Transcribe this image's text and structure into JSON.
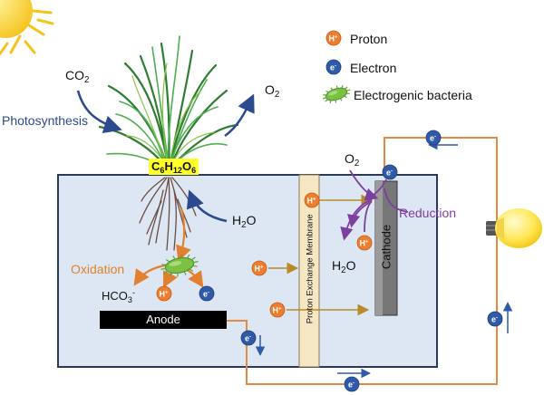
{
  "legend": {
    "proton": {
      "symbol": "H",
      "sup": "+",
      "label": "Proton"
    },
    "electron": {
      "symbol": "e",
      "sup": "-",
      "label": "Electron"
    },
    "bacteria": {
      "label": "Electrogenic bacteria"
    }
  },
  "labels": {
    "photosynthesis": "Photosynthesis",
    "co2": {
      "base": "CO",
      "sub": "2"
    },
    "o2_plant": {
      "base": "O",
      "sub": "2"
    },
    "glucose": {
      "c": "C",
      "c_n": "6",
      "h": "H",
      "h_n": "12",
      "o": "O",
      "o_n": "6"
    },
    "water_roots": {
      "h": "H",
      "h_n": "2",
      "o": "O"
    },
    "oxidation": "Oxidation",
    "bicarbonate": {
      "base": "HCO",
      "sub": "3",
      "sup": "-"
    },
    "anode": "Anode",
    "membrane": "Proton Exchange Membrane",
    "cathode": "Cathode",
    "reduction": "Reduction",
    "o2_cathode": {
      "base": "O",
      "sub": "2"
    },
    "water_cathode": {
      "h": "H",
      "h_n": "2",
      "o": "O"
    }
  },
  "particles": {
    "proton_symbol": "H",
    "proton_sup": "+",
    "electron_symbol": "e",
    "electron_sup": "-"
  },
  "colors": {
    "proton": "#ee7d2e",
    "electron": "#2f5aa8",
    "bacteria": "#7bc142",
    "reduction": "#7d3fa0",
    "oxidation": "#e2802f",
    "arrow_blue": "#2b4a8f",
    "tank_fill": "#dce7f3",
    "tank_border": "#2b3b55",
    "wire": "#e48a44"
  }
}
